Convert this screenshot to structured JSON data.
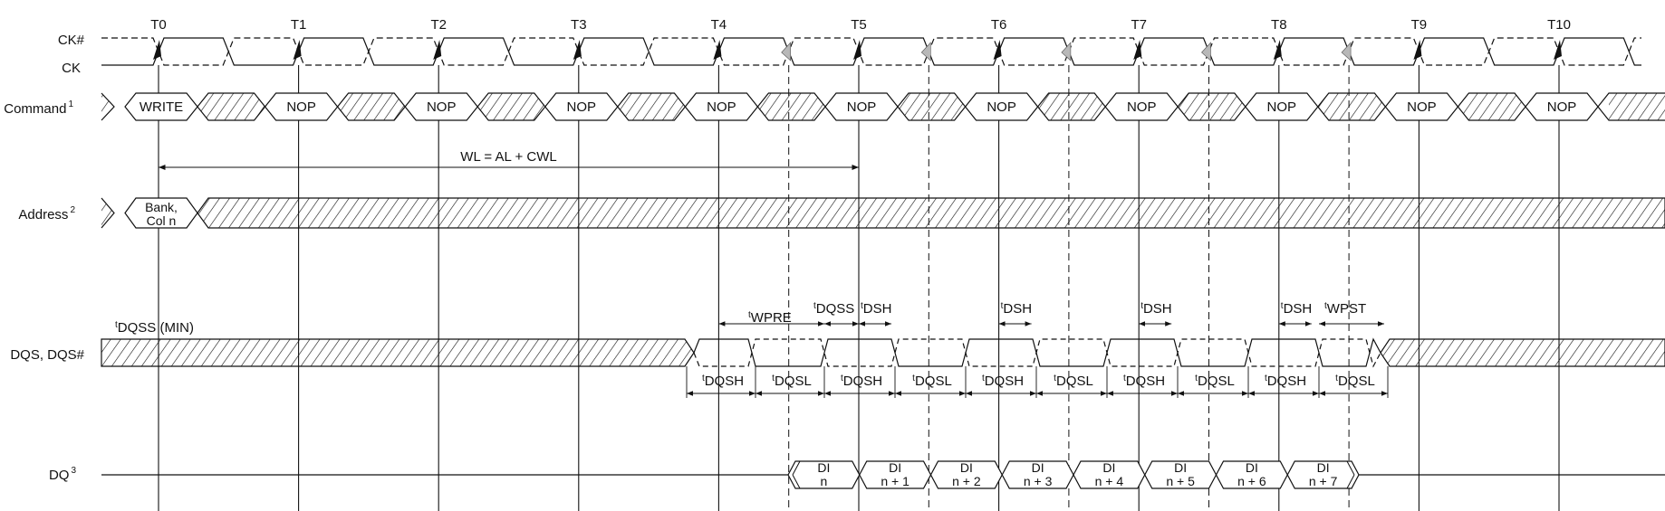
{
  "signals": {
    "ck_n": "CK#",
    "ck": "CK",
    "command": "Command",
    "command_sup": "1",
    "address": "Address",
    "address_sup": "2",
    "dqs": "DQS, DQS#",
    "dq": "DQ",
    "dq_sup": "3"
  },
  "ticks": [
    "T0",
    "T1",
    "T2",
    "T3",
    "T4",
    "T5",
    "T6",
    "T7",
    "T8",
    "T9",
    "T10"
  ],
  "commands": [
    "WRITE",
    "NOP",
    "NOP",
    "NOP",
    "NOP",
    "NOP",
    "NOP",
    "NOP",
    "NOP",
    "NOP",
    "NOP"
  ],
  "address": {
    "line1": "Bank,",
    "line2": "Col n"
  },
  "wl": "WL = AL + CWL",
  "dq_cells": [
    {
      "a": "DI",
      "b": "n"
    },
    {
      "a": "DI",
      "b": "n + 1"
    },
    {
      "a": "DI",
      "b": "n + 2"
    },
    {
      "a": "DI",
      "b": "n + 3"
    },
    {
      "a": "DI",
      "b": "n + 4"
    },
    {
      "a": "DI",
      "b": "n + 5"
    },
    {
      "a": "DI",
      "b": "n + 6"
    },
    {
      "a": "DI",
      "b": "n + 7"
    }
  ],
  "dqs_timing": {
    "dqss_min": {
      "t": "t",
      "main": "DQSS (MIN)"
    },
    "wpre": {
      "t": "t",
      "main": "WPRE"
    },
    "dqss": {
      "t": "t",
      "main": "DQSS"
    },
    "dsh": {
      "t": "t",
      "main": "DSH"
    },
    "wpst": {
      "t": "t",
      "main": "WPST"
    },
    "dqsh": {
      "t": "t",
      "main": "DQSH"
    },
    "dqsl": {
      "t": "t",
      "main": "DQSL"
    }
  }
}
